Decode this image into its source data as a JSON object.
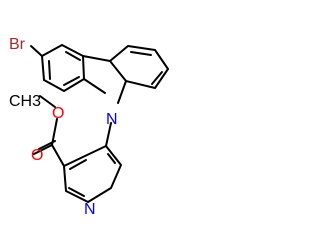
{
  "diagram": {
    "type": "chemical-structure",
    "atoms": {
      "bromine": {
        "label": "Br",
        "color": "#a52a2a"
      },
      "methyl": {
        "label": "CH3",
        "color": "#000000"
      },
      "ester_oxygen": {
        "label": "O",
        "color": "#ff0000"
      },
      "carbonyl_oxygen": {
        "label": "O",
        "color": "#ff0000"
      },
      "carbazole_nitrogen": {
        "label": "N",
        "color": "#0000ff"
      },
      "pyridine_nitrogen": {
        "label": "N",
        "color": "#0000ff"
      }
    }
  }
}
